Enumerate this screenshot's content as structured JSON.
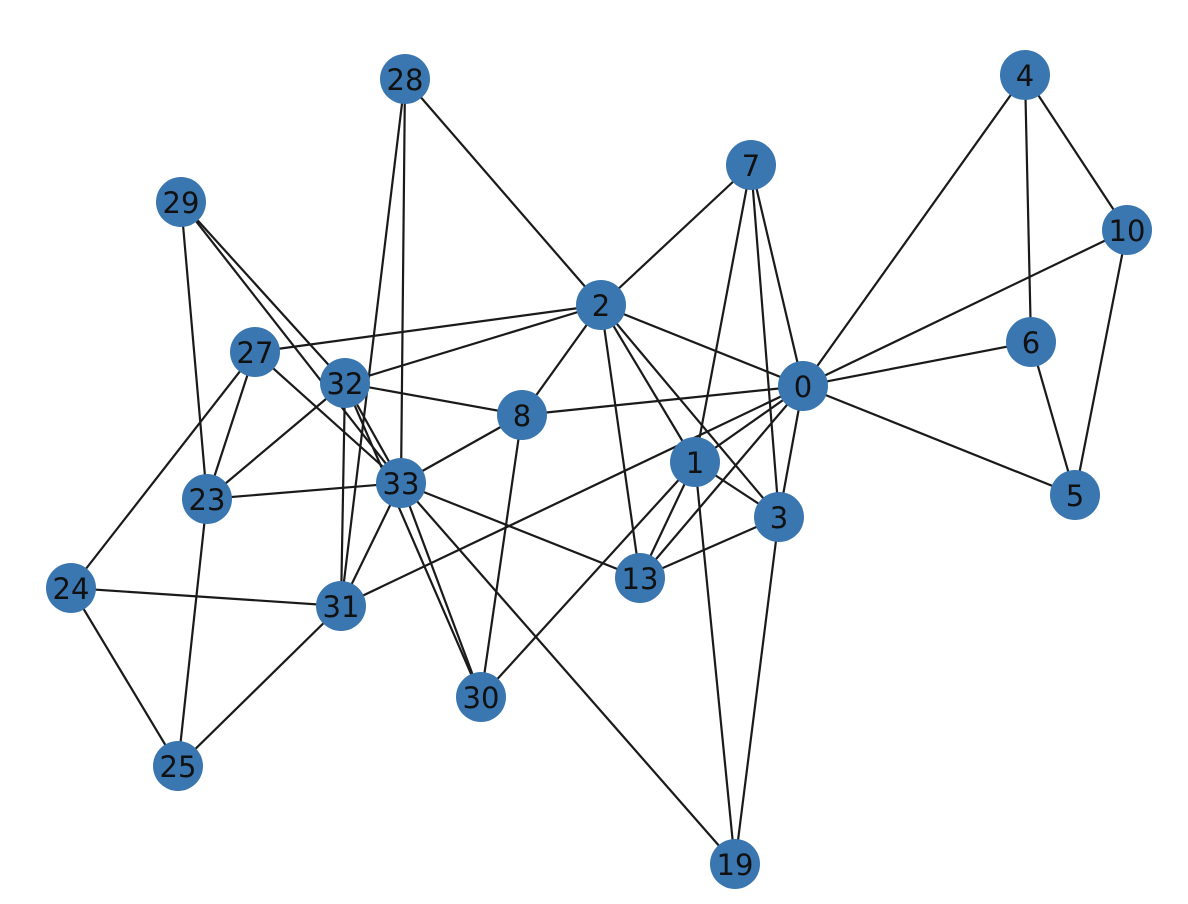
{
  "graph": {
    "node_color": "#3a76b0",
    "edge_color": "#1a1a1a",
    "background": "#ffffff",
    "nodes": [
      {
        "id": "0",
        "label": "0"
      },
      {
        "id": "1",
        "label": "1"
      },
      {
        "id": "2",
        "label": "2"
      },
      {
        "id": "3",
        "label": "3"
      },
      {
        "id": "4",
        "label": "4"
      },
      {
        "id": "5",
        "label": "5"
      },
      {
        "id": "6",
        "label": "6"
      },
      {
        "id": "7",
        "label": "7"
      },
      {
        "id": "8",
        "label": "8"
      },
      {
        "id": "10",
        "label": "10"
      },
      {
        "id": "13",
        "label": "13"
      },
      {
        "id": "19",
        "label": "19"
      },
      {
        "id": "23",
        "label": "23"
      },
      {
        "id": "24",
        "label": "24"
      },
      {
        "id": "25",
        "label": "25"
      },
      {
        "id": "27",
        "label": "27"
      },
      {
        "id": "28",
        "label": "28"
      },
      {
        "id": "29",
        "label": "29"
      },
      {
        "id": "30",
        "label": "30"
      },
      {
        "id": "31",
        "label": "31"
      },
      {
        "id": "32",
        "label": "32"
      },
      {
        "id": "33",
        "label": "33"
      }
    ],
    "edges": [
      [
        "0",
        "1"
      ],
      [
        "0",
        "2"
      ],
      [
        "0",
        "3"
      ],
      [
        "0",
        "4"
      ],
      [
        "0",
        "5"
      ],
      [
        "0",
        "6"
      ],
      [
        "0",
        "7"
      ],
      [
        "0",
        "8"
      ],
      [
        "0",
        "10"
      ],
      [
        "0",
        "13"
      ],
      [
        "0",
        "31"
      ],
      [
        "1",
        "2"
      ],
      [
        "1",
        "3"
      ],
      [
        "1",
        "7"
      ],
      [
        "1",
        "13"
      ],
      [
        "1",
        "19"
      ],
      [
        "1",
        "30"
      ],
      [
        "2",
        "3"
      ],
      [
        "2",
        "7"
      ],
      [
        "2",
        "8"
      ],
      [
        "2",
        "13"
      ],
      [
        "2",
        "27"
      ],
      [
        "2",
        "28"
      ],
      [
        "2",
        "32"
      ],
      [
        "3",
        "7"
      ],
      [
        "3",
        "13"
      ],
      [
        "3",
        "19"
      ],
      [
        "4",
        "6"
      ],
      [
        "4",
        "10"
      ],
      [
        "5",
        "6"
      ],
      [
        "5",
        "10"
      ],
      [
        "8",
        "30"
      ],
      [
        "8",
        "32"
      ],
      [
        "8",
        "33"
      ],
      [
        "13",
        "33"
      ],
      [
        "19",
        "33"
      ],
      [
        "23",
        "25"
      ],
      [
        "23",
        "27"
      ],
      [
        "23",
        "29"
      ],
      [
        "23",
        "32"
      ],
      [
        "23",
        "33"
      ],
      [
        "24",
        "25"
      ],
      [
        "24",
        "27"
      ],
      [
        "24",
        "31"
      ],
      [
        "25",
        "31"
      ],
      [
        "27",
        "33"
      ],
      [
        "28",
        "31"
      ],
      [
        "28",
        "33"
      ],
      [
        "29",
        "32"
      ],
      [
        "29",
        "33"
      ],
      [
        "30",
        "32"
      ],
      [
        "30",
        "33"
      ],
      [
        "31",
        "32"
      ],
      [
        "31",
        "33"
      ],
      [
        "32",
        "33"
      ]
    ]
  }
}
